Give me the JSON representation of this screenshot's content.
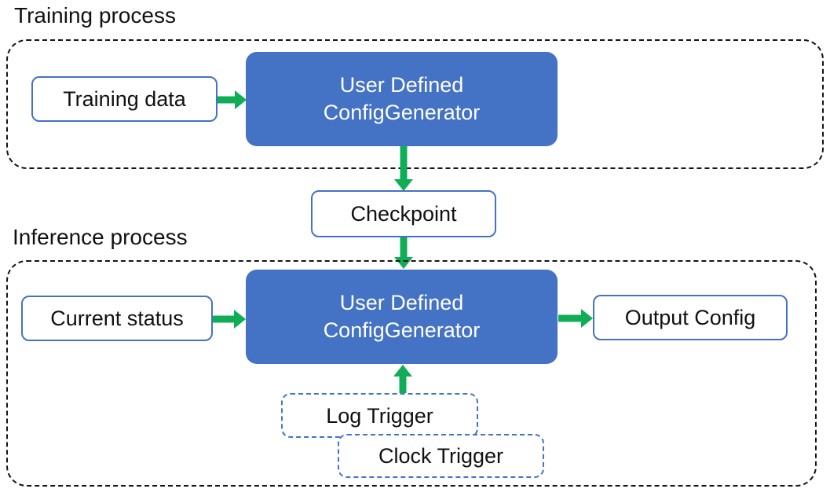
{
  "sections": {
    "training": {
      "label": "Training process"
    },
    "inference": {
      "label": "Inference process"
    }
  },
  "nodes": {
    "training_data": {
      "label": "Training data"
    },
    "training_generator": {
      "line1": "User Defined",
      "line2": "ConfigGenerator"
    },
    "checkpoint": {
      "label": "Checkpoint"
    },
    "current_status": {
      "label": "Current status"
    },
    "inference_generator": {
      "line1": "User Defined",
      "line2": "ConfigGenerator"
    },
    "output_config": {
      "label": "Output Config"
    },
    "log_trigger": {
      "label": "Log Trigger"
    },
    "clock_trigger": {
      "label": "Clock Trigger"
    }
  },
  "colors": {
    "box_fill_blue": "#4472c4",
    "box_border_blue": "#4472c4",
    "arrow_green": "#10ad57",
    "container_dash": "#141414",
    "text_dark": "#111111",
    "box_text_light": "#ffffff"
  }
}
